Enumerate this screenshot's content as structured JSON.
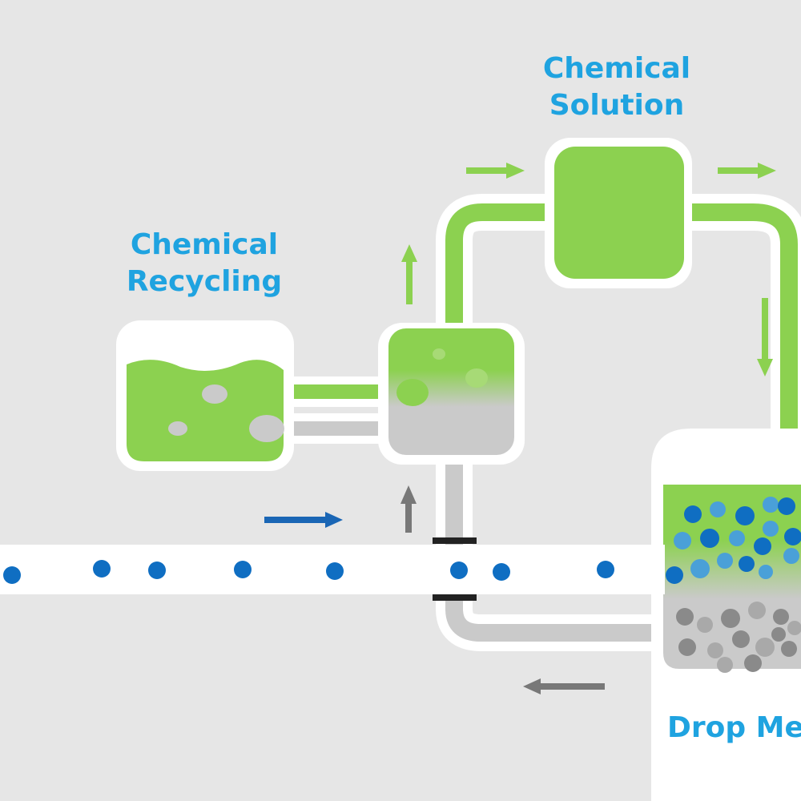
{
  "labels": {
    "chemical_solution": [
      "Chemical",
      "Solution"
    ],
    "chemical_recycling": [
      "Chemical",
      "Recycling"
    ],
    "drop_media": "Drop Me"
  },
  "colors": {
    "background": "#e6e6e6",
    "green": "#8cd150",
    "grey": "#cacaca",
    "label_blue": "#1fa3e0",
    "particle_blue": "#0f6ec2",
    "arrow_blue": "#1a66b5",
    "arrow_grey": "#787878",
    "separator": "#222222"
  }
}
